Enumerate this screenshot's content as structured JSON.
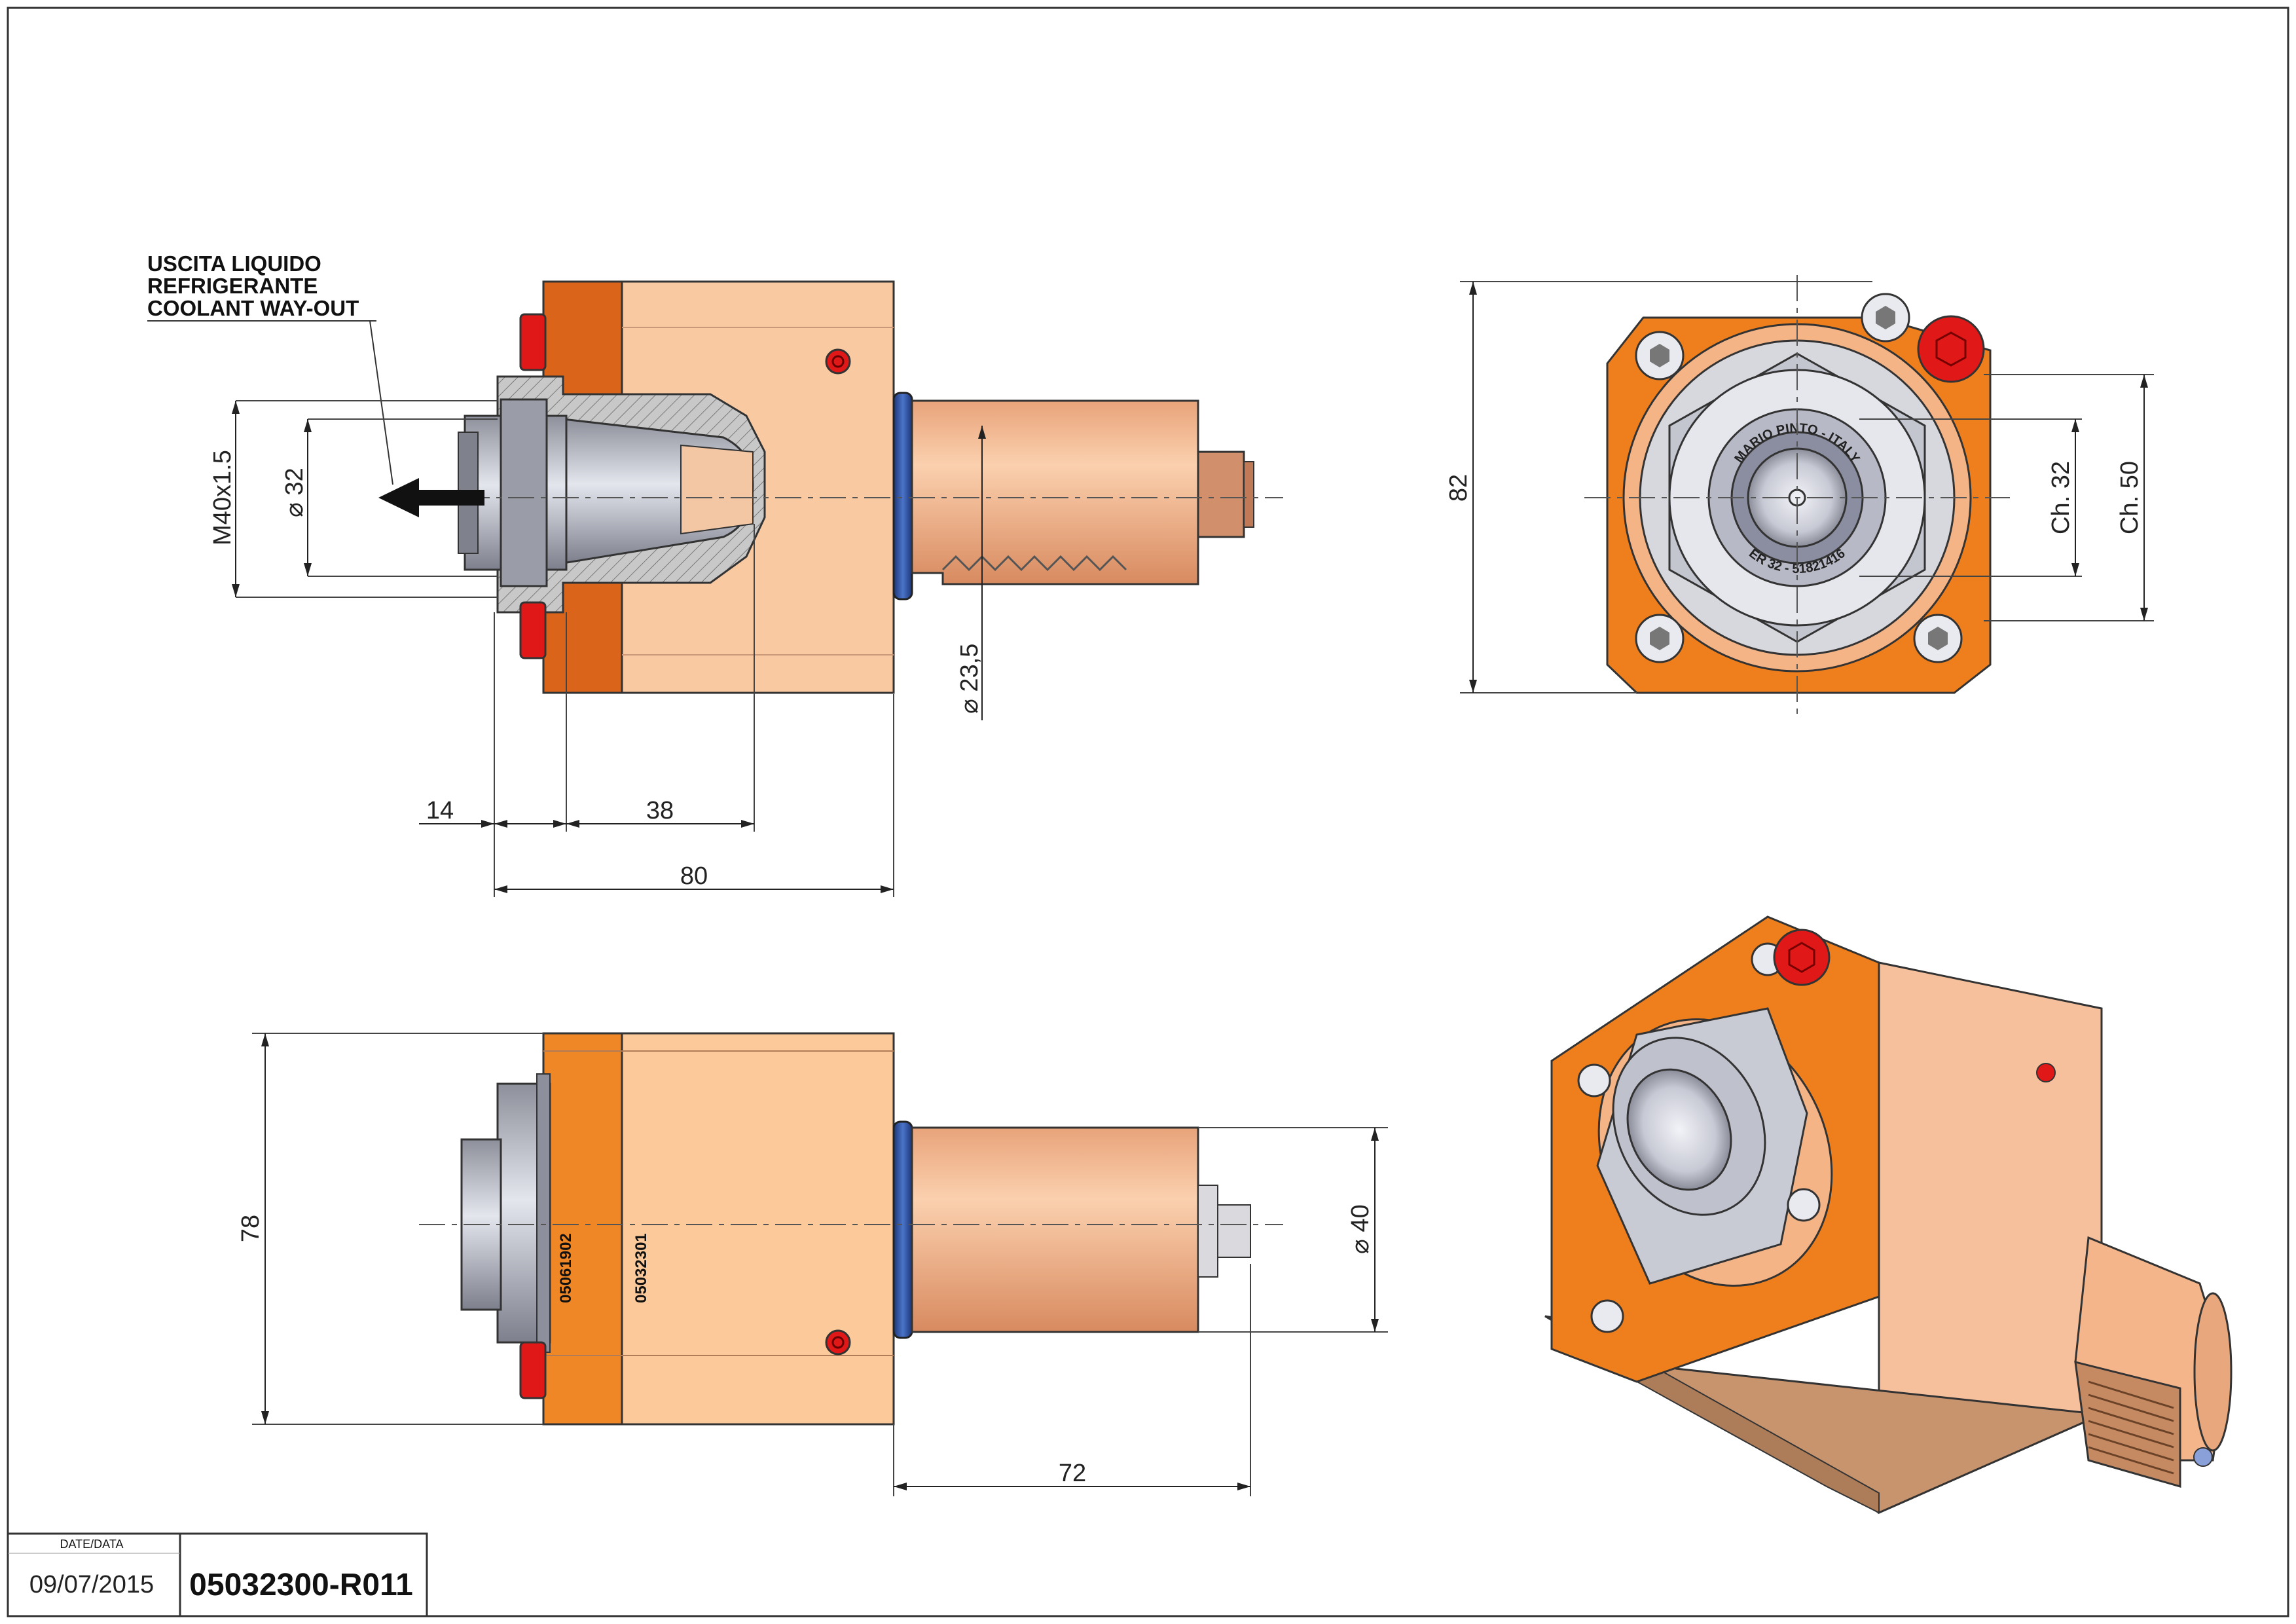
{
  "title_block": {
    "date_label": "DATE/DATA",
    "date": "09/07/2015",
    "drawing_code": "05032300-R011"
  },
  "annotation": {
    "line1": "USCITA LIQUIDO",
    "line2": "REFRIGERANTE",
    "line3": "COOLANT WAY-OUT"
  },
  "side_view": {
    "thread": "M40x1.5",
    "bore": "32",
    "shank": "23,5",
    "dim_14": "14",
    "dim_38": "38",
    "dim_80": "80"
  },
  "front_view": {
    "height": "82",
    "ch32": "Ch. 32",
    "ch50": "Ch. 50",
    "engraving_top": "MARIO PINTO - ITALY",
    "engraving_bottom": "ER 32 - 51821416"
  },
  "bottom_view": {
    "height": "78",
    "diameter": "40",
    "length": "72",
    "serial_1": "05061902",
    "serial_2": "05032301"
  },
  "colors": {
    "body_dark": "#d9641a",
    "body_mid": "#f08c3c",
    "body_light": "#f9c59b",
    "body_pale": "#fbd2b0",
    "steel": "#b8bcc8",
    "seal": "#2c4fa0",
    "plug": "#e01818"
  }
}
